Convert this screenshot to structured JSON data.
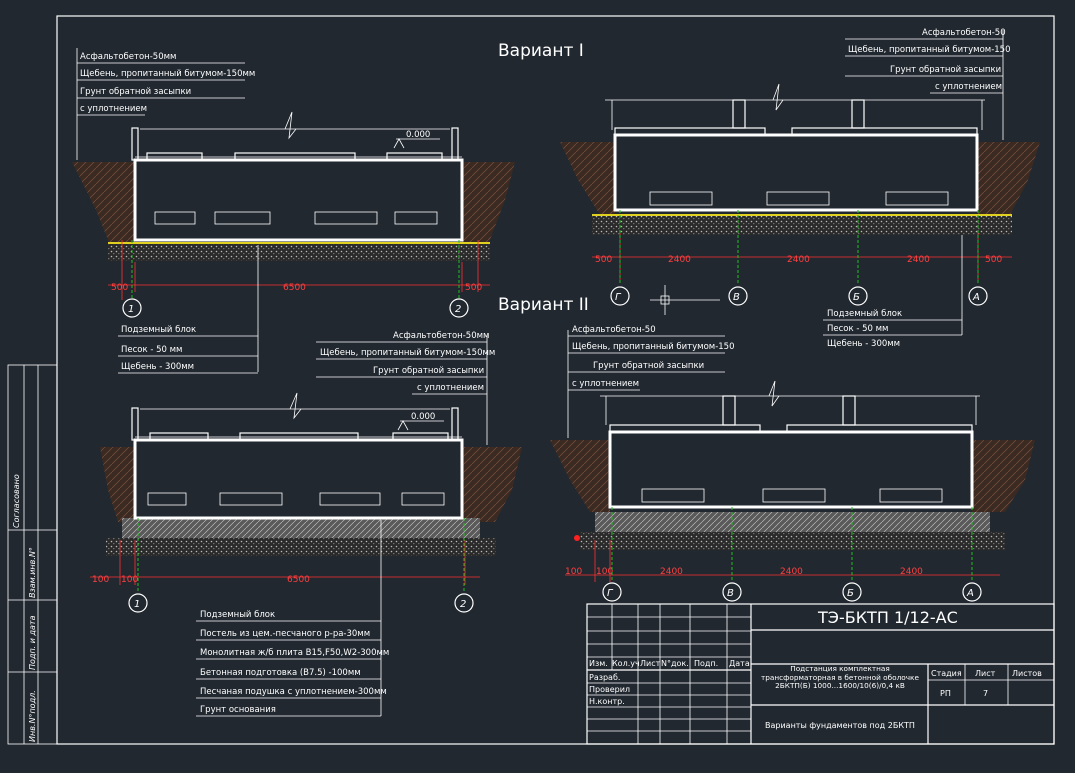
{
  "title_variant1": "Вариант I",
  "title_variant2": "Вариант II",
  "v1_left": {
    "layers": [
      "Асфальтобетон-50мм",
      "Щебень, пропитанный битумом-150мм",
      "Грунт обратной засыпки",
      "с уплотнением"
    ],
    "level": "0.000",
    "dims": [
      "500",
      "6500",
      "500"
    ],
    "axes": [
      "1",
      "2"
    ],
    "base_layers": [
      "Подземный блок",
      "Песок - 50 мм",
      "Щебень - 300мм"
    ]
  },
  "v1_right": {
    "layers": [
      "Асфальтобетон-50",
      "Щебень, пропитанный битумом-150",
      "Грунт обратной засыпки",
      "с уплотнением"
    ],
    "dims": [
      "500",
      "2400",
      "2400",
      "2400",
      "500"
    ],
    "axes": [
      "Г",
      "В",
      "Б",
      "А"
    ],
    "base_layers": [
      "Подземный блок",
      "Песок - 50 мм",
      "Щебень - 300мм"
    ]
  },
  "v2_left": {
    "layers": [
      "Асфальтобетон-50мм",
      "Щебень, пропитанный битумом-150мм",
      "Грунт обратной засыпки",
      "с уплотнением"
    ],
    "level": "0.000",
    "dims": [
      "100",
      "100",
      "6500"
    ],
    "axes": [
      "1",
      "2"
    ],
    "base_layers": [
      "Подземный блок",
      "Постель из цем.-песчаного р-ра-30мм",
      "Монолитная ж/б плита B15,F50,W2-300мм",
      "Бетонная подготовка (B7.5)        -100мм",
      "Песчаная подушка с уплотнением-300мм",
      "Грунт основания"
    ]
  },
  "v2_right": {
    "layers": [
      "Асфальтобетон-50",
      "Щебень, пропитанный битумом-150",
      "Грунт обратной засыпки",
      "с уплотнением"
    ],
    "dims": [
      "100",
      "100",
      "2400",
      "2400",
      "2400"
    ],
    "axes": [
      "Г",
      "В",
      "Б",
      "А"
    ]
  },
  "side_labels": [
    "Согласовано",
    "Взам.инв.N°",
    "Подп. и дата",
    "Инв.N°подл."
  ],
  "stamp": {
    "code": "ТЭ-БКТП 1/12-АС",
    "header_cols": [
      "Изм.",
      "Кол.уч",
      "Лист",
      "N°док.",
      "Подп.",
      "Дата"
    ],
    "roles": [
      "Разраб.",
      "Проверил",
      "Н.контр."
    ],
    "object": "Подстанция комплектная трансформаторная в бетонной оболочке 2БКТП(Б) 1000...1600/10(6)/0,4 кВ",
    "sheet_title": "Варианты фундаментов под 2БКТП",
    "stage_label": "Стадия",
    "sheet_label": "Лист",
    "sheets_label": "Листов",
    "stage": "РП",
    "sheet": "7"
  },
  "colors": {
    "background": "#212830",
    "lines": "#ffffff",
    "dimension": "#ff4040",
    "axis": "#20c020",
    "sand": "#e0d020"
  }
}
